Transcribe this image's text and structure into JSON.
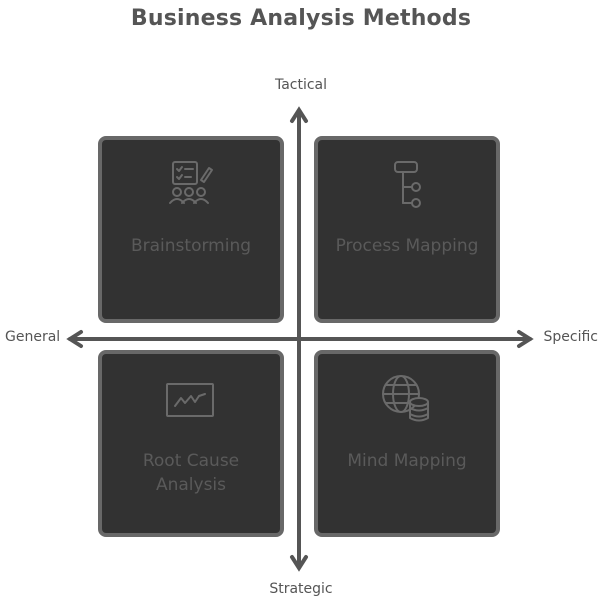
{
  "title": "Business Analysis Methods",
  "axes": {
    "top": "Tactical",
    "bottom": "Strategic",
    "left": "General",
    "right": "Specific"
  },
  "quadrants": {
    "top_left": {
      "label": "Brainstorming",
      "icon": "brainstorming-icon"
    },
    "top_right": {
      "label": "Process Mapping",
      "icon": "flowchart-icon"
    },
    "bottom_left": {
      "label": "Root Cause Analysis",
      "icon": "line-chart-icon"
    },
    "bottom_right": {
      "label": "Mind Mapping",
      "icon": "globe-database-icon"
    }
  },
  "colors": {
    "quadrant_fill": "#323232",
    "quadrant_border": "#686868",
    "axis": "#555555",
    "text": "#555555"
  }
}
